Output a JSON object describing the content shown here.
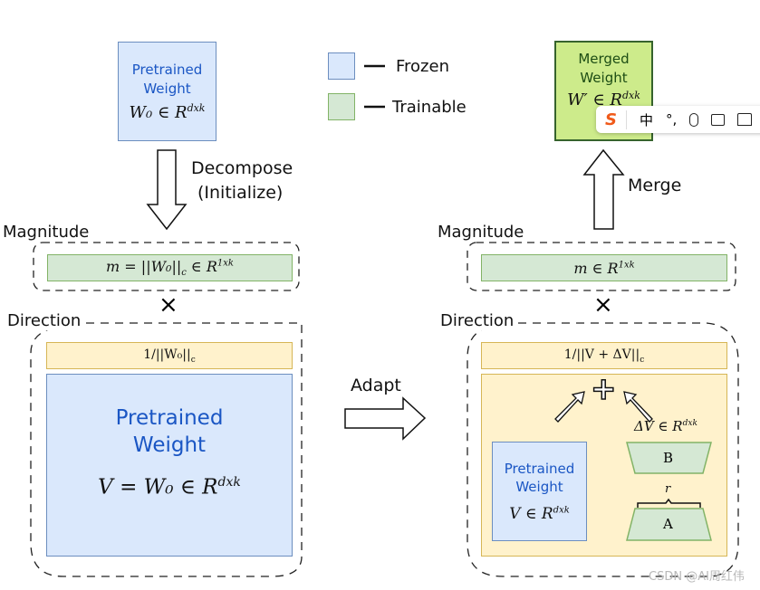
{
  "legend": {
    "frozen": "Frozen",
    "trainable": "Trainable",
    "frozen_color": "#dae8fc",
    "trainable_color": "#d5e8d4"
  },
  "top_left": {
    "title_line1": "Pretrained",
    "title_line2": "Weight",
    "formula": "W₀ ∈ R",
    "sup": "dxk"
  },
  "top_right": {
    "title_line1": "Merged",
    "title_line2": "Weight",
    "formula": "W′ ∈ R",
    "sup": "dxk"
  },
  "arrows": {
    "decompose_line1": "Decompose",
    "decompose_line2": "(Initialize)",
    "merge": "Merge",
    "adapt": "Adapt"
  },
  "left": {
    "magnitude_label": "Magnitude",
    "magnitude_formula": "m = ||W₀||",
    "magnitude_sub": "c",
    "magnitude_tail": " ∈ R",
    "magnitude_sup": "1xk",
    "times": "×",
    "direction_label": "Direction",
    "norm": "1/||W₀||",
    "norm_sub": "c",
    "weight_line1": "Pretrained",
    "weight_line2": "Weight",
    "weight_formula": "V = W₀ ∈ R",
    "weight_sup": "dxk"
  },
  "right": {
    "magnitude_label": "Magnitude",
    "magnitude_formula": "m ∈ R",
    "magnitude_sup": "1xk",
    "times": "×",
    "direction_label": "Direction",
    "norm": "1/||V + ΔV||",
    "norm_sub": "c",
    "plus": "+",
    "weight_line1": "Pretrained",
    "weight_line2": "Weight",
    "weight_formula": "V ∈ R",
    "weight_sup": "dxk",
    "delta_formula": "ΔV ∈ R",
    "delta_sup": "dxk",
    "b": "B",
    "a": "A",
    "rank": "r"
  },
  "ime_toolbar": {
    "logo": "S",
    "lang": "中",
    "punct": "°,",
    "mic": "mic-icon",
    "keyboard": "keyboard-icon",
    "skin": "shirt-icon"
  },
  "watermark": "CSDN @AI周红伟"
}
